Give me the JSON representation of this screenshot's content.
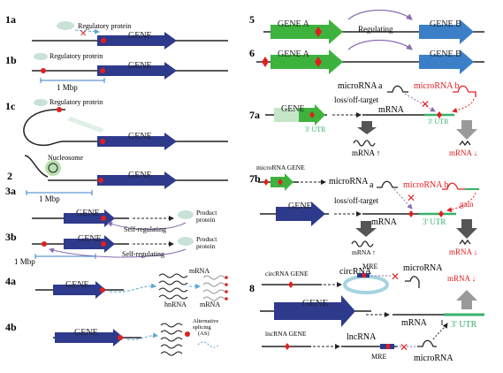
{
  "panels": [
    "1a",
    "1b",
    "1c",
    "2",
    "3a",
    "3b",
    "4a",
    "4b",
    "5",
    "6",
    "7a",
    "7b",
    "8"
  ],
  "labels": {
    "gene": "GENE",
    "gene_a": "GENE A",
    "gene_b": "GENE B",
    "regulatory_protein": "Regulatory protein",
    "one_mbp": "1 Mbp",
    "nucleosome": "Nucleosome",
    "self_regulating": "Self-regulating",
    "product_protein_line1": "Product",
    "product_protein_line2": "protein",
    "mrna": "mRNA",
    "hnrna": "hnRNA",
    "as_line1": "Alternative",
    "as_line2": "splicing",
    "as_line3": "(AS)",
    "regulating": "Regulating",
    "microrna_a": "microRNA",
    "suffix_a": "a",
    "microrna_b": "microRNA b",
    "loss_off_target": "loss/off-target",
    "utr3": "3' UTR",
    "mrna_up": "mRNA ↑",
    "mrna_down": "mRNA ↓",
    "microrna_gene": "microRNA GENE",
    "gain": "gain",
    "circrna_gene": "circRNA GENE",
    "circrna": "circRNA",
    "mre": "MRE",
    "lncrna_gene": "lncRNA GENE",
    "lncrna": "lncRNA",
    "microrna": "microRNA"
  },
  "colors": {
    "gene_blue": "#2e3a8c",
    "gene_a_green": "#3db33d",
    "gene_b_blue": "#3a7fc8",
    "site_red": "#e02020",
    "utr_green": "#36b36a",
    "pale_green": "#c6e6c8",
    "arrow_grey": "#9a9a9a",
    "dash_blue": "#5aa7d6"
  }
}
